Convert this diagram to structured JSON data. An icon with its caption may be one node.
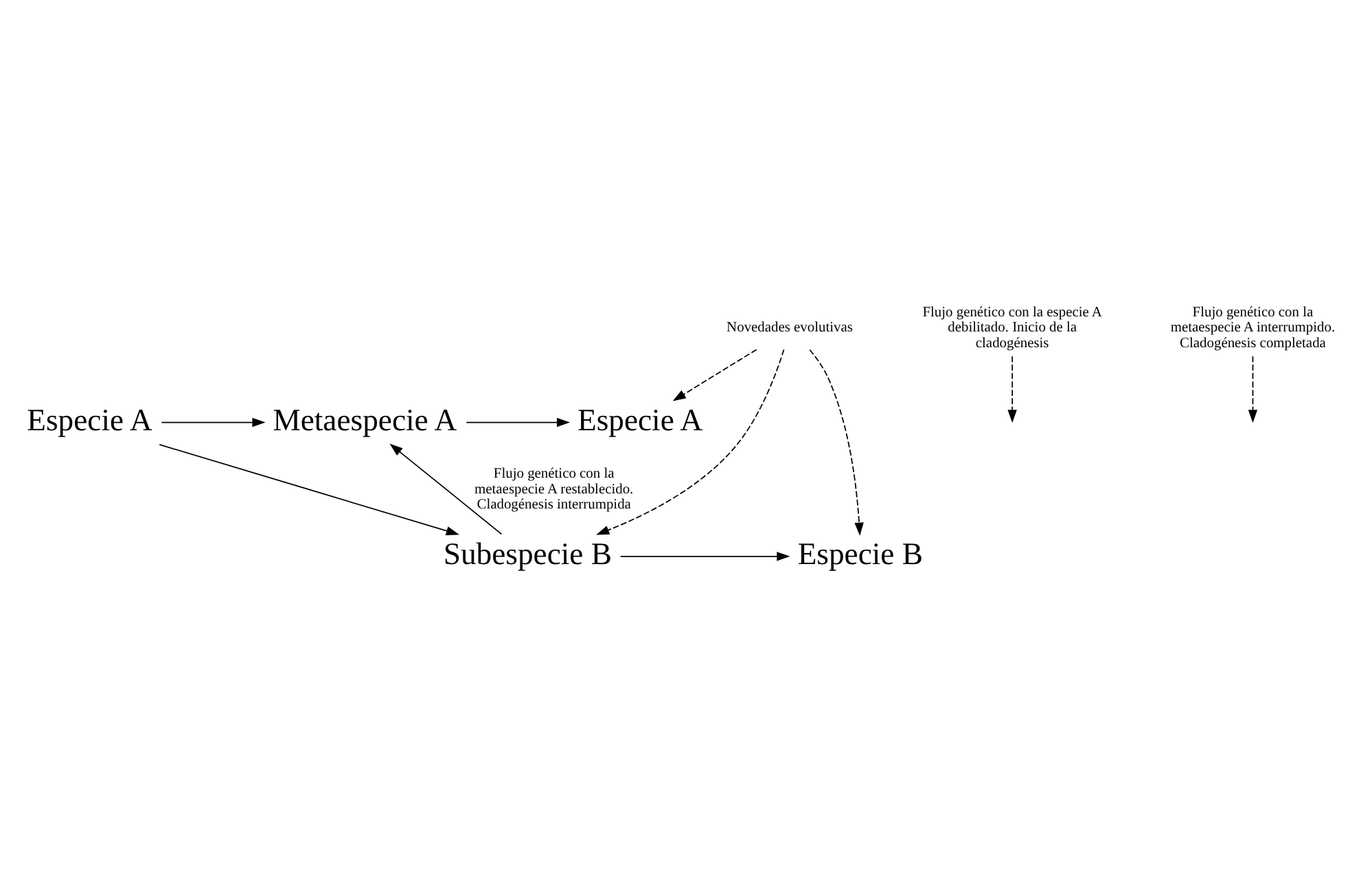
{
  "diagram": {
    "nodes": [
      {
        "text": [
          "Especie A"
        ]
      },
      {
        "text": [
          "Metaespecie A"
        ]
      },
      {
        "text": [
          "Especie A"
        ]
      },
      {
        "text": [
          "Subespecie B"
        ]
      },
      {
        "text": [
          "Especie B"
        ]
      },
      {
        "text": [
          "Flujo genético con la especie A debilitado. Inicio de la cladogénesis"
        ]
      },
      {
        "text": [
          "Flujo genético con la metaespecie A interrumpido. Cladogénesis completada"
        ]
      },
      {
        "text": [
          "Novedades evolutivas"
        ]
      }
    ],
    "edges": [
      {
        "from": 0,
        "to": 1,
        "arrow": "to"
      },
      {
        "from": 0,
        "to": 3,
        "arrow": "to"
      },
      {
        "from": 1,
        "to": 2,
        "arrow": "to"
      },
      {
        "from": 3,
        "to": 4,
        "arrow": "to"
      },
      {
        "from": 3,
        "to": 1,
        "arrow": "to",
        "label": "Flujo genético con la metaespecie A restablecido. Cladogénesis interrumpida"
      },
      {
        "from": 5,
        "to": null,
        "arrow": "to",
        "style": "dashed"
      },
      {
        "from": 6,
        "to": null,
        "arrow": "to",
        "style": "dashed"
      },
      {
        "from": 7,
        "to": 3,
        "arrow": "to",
        "style": "dashed"
      },
      {
        "from": 7,
        "to": 4,
        "arrow": "to",
        "style": "dashed"
      },
      {
        "from": 7,
        "to": 2,
        "arrow": "to",
        "style": "dashed"
      }
    ]
  }
}
